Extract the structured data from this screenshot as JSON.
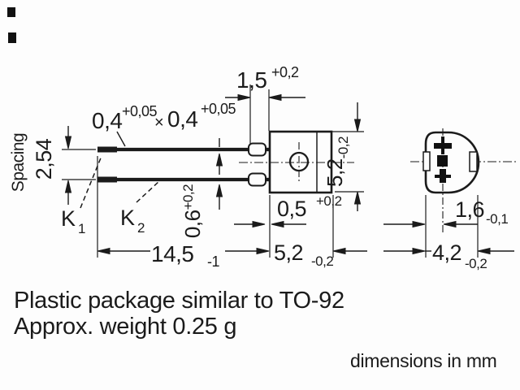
{
  "captions": {
    "line1": "Plastic package similar to TO-92",
    "line2": "Approx. weight 0.25 g",
    "units_note": "dimensions in mm"
  },
  "labels": {
    "spacing": "Spacing",
    "cathode1": "K",
    "cathode1_sub": "1",
    "cathode2": "K",
    "cathode2_sub": "2",
    "times": "×"
  },
  "dims": {
    "lead_section_a": "0,4",
    "lead_section_a_tol": "+0,05",
    "lead_section_b": "0,4",
    "lead_section_b_tol": "+0,05",
    "pitch": "2,54",
    "tab_len": "1,5",
    "tab_len_tol": "+0,2",
    "lead_thickness": "0,6",
    "lead_thickness_tol": "+0,2",
    "standoff": "0,5",
    "standoff_tol": "+0,2",
    "body_height": "5,2",
    "body_height_tol": "-0,2",
    "lead_length": "14,5",
    "lead_length_tol": "-1",
    "body_width": "5,2",
    "body_width_tol": "-0,2",
    "face_to_lead": "1,6",
    "face_to_lead_tol": "-0,1",
    "body_depth": "4,2",
    "body_depth_tol": "-0,2"
  },
  "colors": {
    "ink": "#1b1b1b",
    "paper": "#fdfdfd"
  }
}
